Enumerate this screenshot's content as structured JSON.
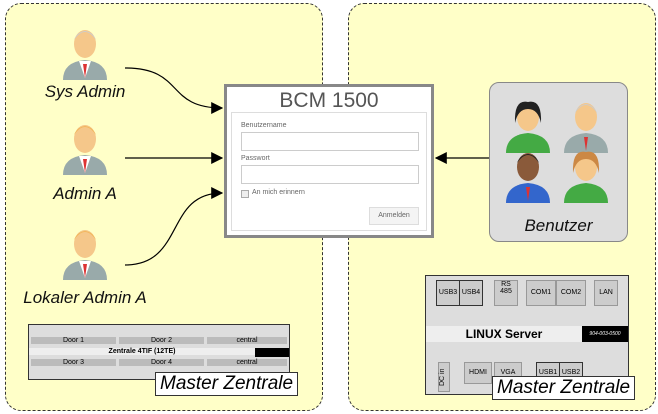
{
  "left_users": [
    {
      "label": "Sys Admin"
    },
    {
      "label": "Admin A"
    },
    {
      "label": "Lokaler Admin A"
    }
  ],
  "login": {
    "title": "BCM 1500",
    "username_label": "Benutzername",
    "username_value": "",
    "password_label": "Passwort",
    "password_value": "",
    "remember_label": "An mich erinnern",
    "remember_checked": false,
    "submit_label": "Anmelden"
  },
  "benutzer": {
    "label": "Benutzer"
  },
  "zentrale": {
    "title": "Zentrale 4TIF   (12TE)",
    "sections_top": [
      "Door 1",
      "Door 2",
      "central"
    ],
    "sections_bottom": [
      "Door 3",
      "Door 4",
      "central"
    ]
  },
  "linux_server": {
    "title": "LINUX Server",
    "serial": "904-003-0500",
    "ports_top": [
      "USB3",
      "USB4",
      "RS 485",
      "COM1",
      "COM2",
      "LAN"
    ],
    "ports_bottom": [
      "DC in",
      "HDMI",
      "VGA",
      "USB1",
      "USB2"
    ]
  },
  "master_label": "Master Zentrale",
  "colors": {
    "panel_bg": "#ffffc8",
    "benutzer_bg": "#dddddd",
    "border": "#888888"
  }
}
